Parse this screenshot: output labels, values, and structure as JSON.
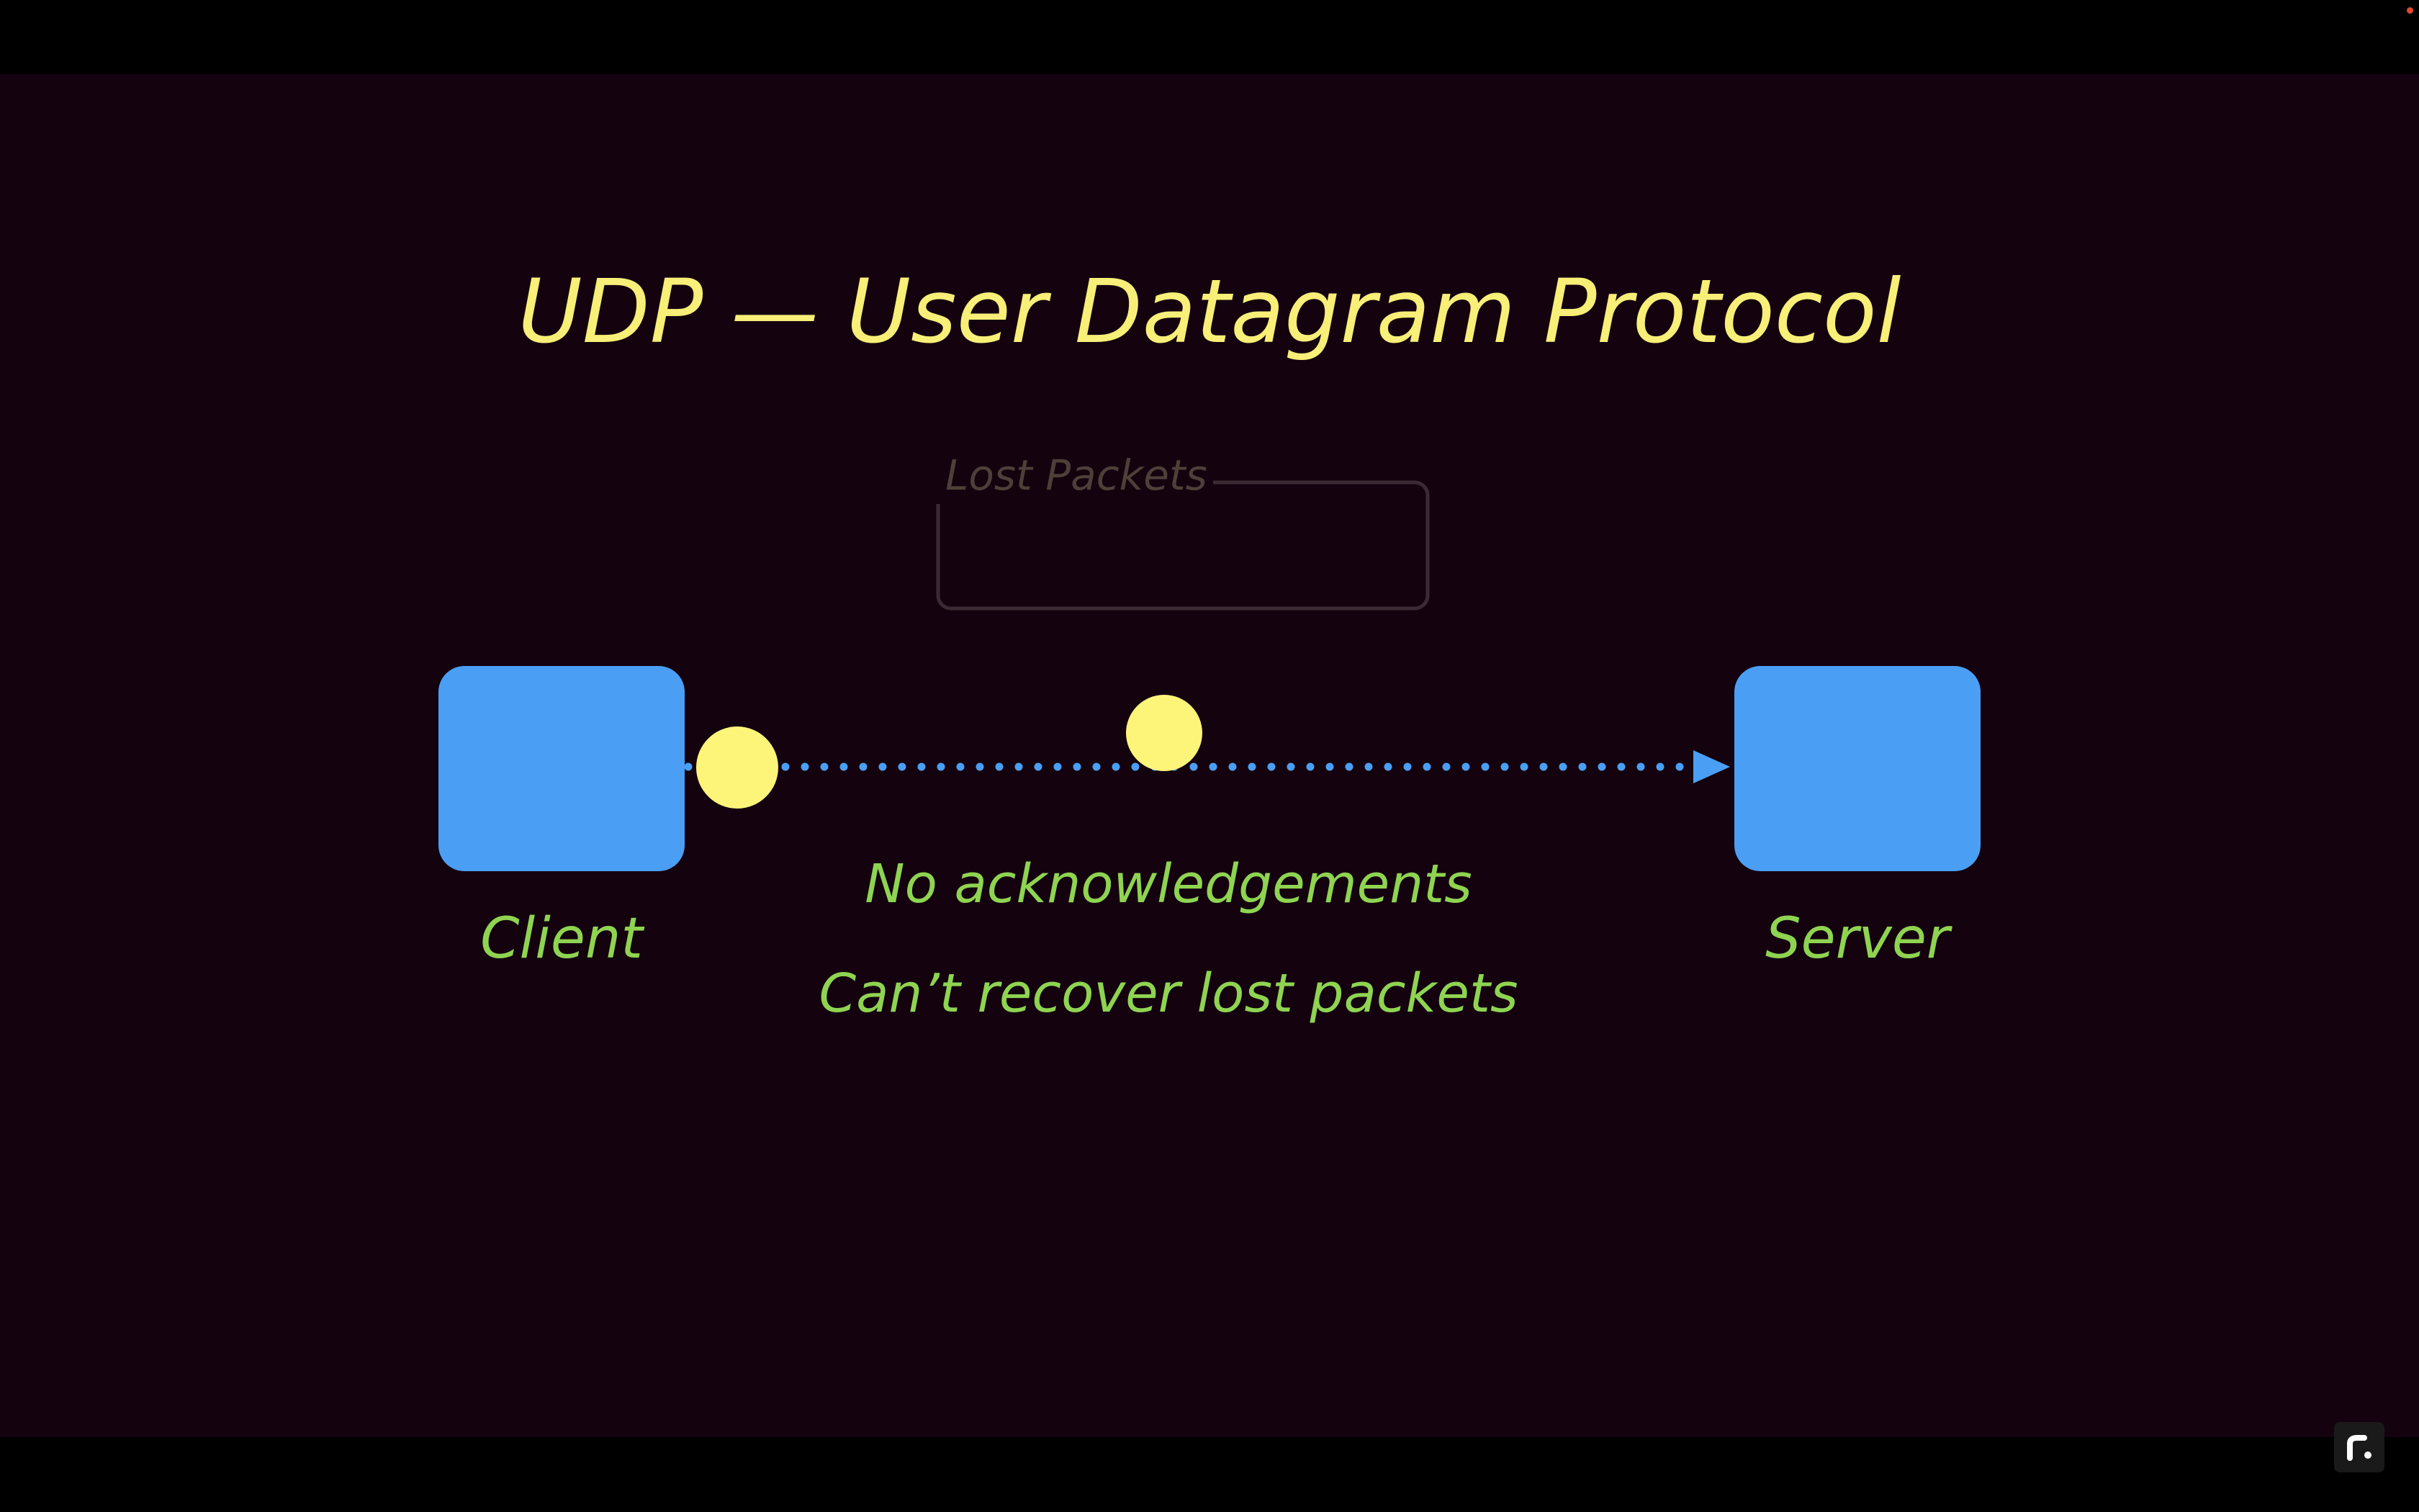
{
  "title": "UDP — User Datagram Protocol",
  "lost_packets_label": "Lost Packets",
  "client_label": "Client",
  "server_label": "Server",
  "notes": [
    "No acknowledgements",
    "Can’t recover lost packets"
  ],
  "colors": {
    "background": "#14020f",
    "letterbox": "#000000",
    "title": "#f7ef77",
    "note_text": "#8fd451",
    "node_fill": "#4a9ff5",
    "packet_fill": "#fdf57a",
    "arrow": "#4a9ff5",
    "faded_box": "#3b2a33",
    "faded_text": "#4e3f38",
    "recording_dot": "#e24a2c"
  },
  "icons": {
    "player_logo": "r-logo-icon",
    "recording": "recording-dot-icon",
    "arrowhead": "arrow-right-icon"
  }
}
